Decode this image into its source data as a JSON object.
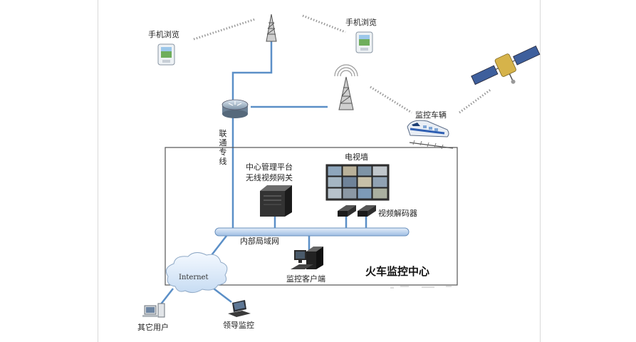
{
  "labels": {
    "phone_left": "手机浏览",
    "phone_right": "手机浏览",
    "vehicle": "监控车辆",
    "dedicated_line": "联通专线",
    "center_platform_line1": "中心管理平台",
    "center_platform_line2": "无线视频网关",
    "video_wall": "电视墙",
    "video_decoder": "视频解码器",
    "lan": "内部局域网",
    "monitor_client": "监控客户端",
    "internet": "Internet",
    "other_users": "其它用户",
    "leader_monitor": "领导监控",
    "center_title": "火车监控中心"
  },
  "colors": {
    "network_line": "#5b8fc7",
    "box_border": "#555555",
    "bus_fill": "#b9d3ee"
  }
}
